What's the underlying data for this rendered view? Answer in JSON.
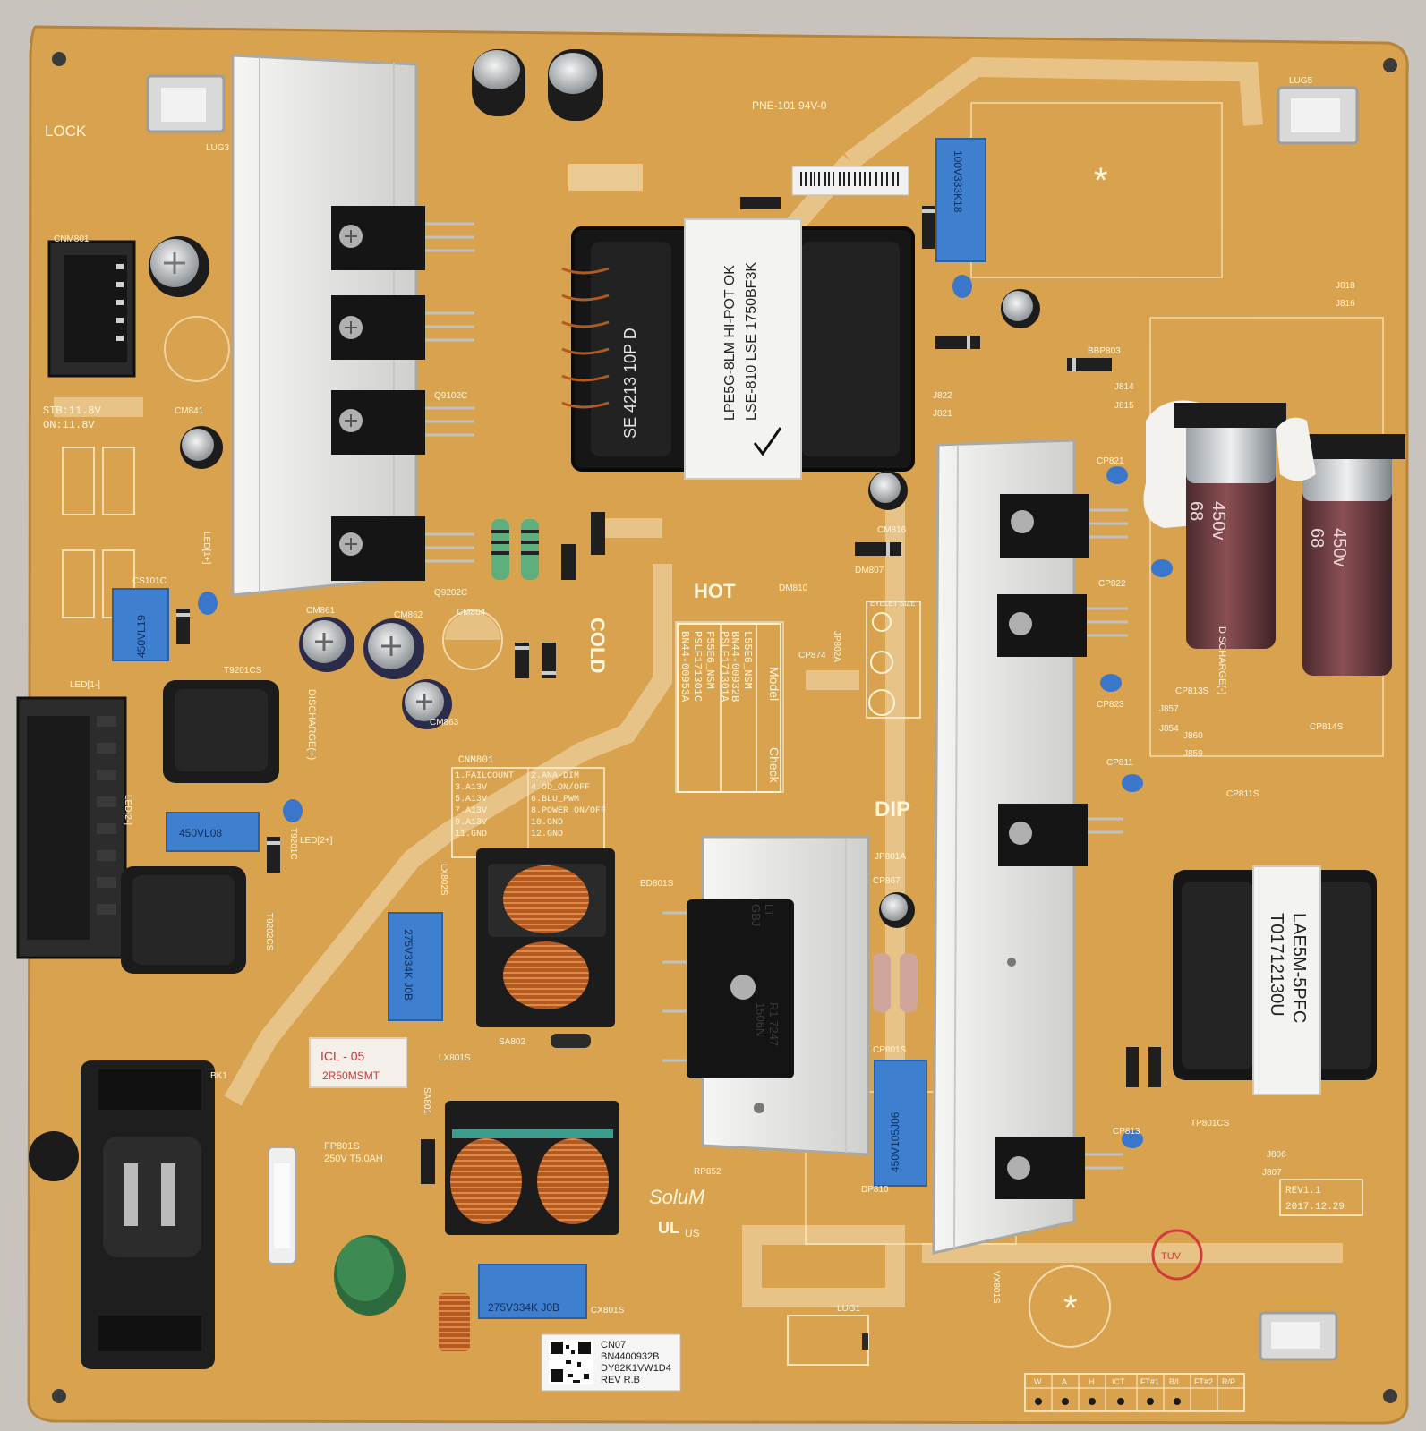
{
  "board": {
    "colors": {
      "pcb": "#d8a24e",
      "silkscreen": "#fff3d6",
      "heatsink": "#ececeb",
      "capacitor_blue": "#3f7fcf",
      "electrolytic_brown": "#6e3a3d"
    },
    "label_sticker": {
      "line1": "CN07",
      "line2": "BN4400932B",
      "line3": "DY82K1VW1D4",
      "line4": "REV R.B"
    },
    "corner_labels": {
      "lock": "LOCK",
      "hot": "HOT",
      "cold": "COLD",
      "dip": "DIP",
      "brand": "SoluM",
      "pne": "PNE-101 94V-0",
      "rev": "REV1.1",
      "rev_date": "2017.12.29",
      "stb": "STB:11.8V",
      "on": "ON:11.8V"
    },
    "transformer_main": {
      "line1": "LPE5G-8LM HI-POT OK",
      "line2": "LSE-810 LSE 1750BF3K",
      "vertical": "SE 4213 10P D"
    },
    "transformer_pfc": {
      "line1": "LAE5M-5PFC",
      "line2": "T01712130U"
    },
    "bulk_caps": [
      {
        "voltage": "450v",
        "capacitance": "68"
      },
      {
        "voltage": "450v",
        "capacitance": "68"
      }
    ],
    "film_caps": {
      "top": "100V333K18",
      "x1": "275V334K J0B",
      "x2": "275V334K J0B",
      "stby": "450VL08",
      "stby2": "450VL19",
      "pfc": "450V105J06"
    },
    "icl": {
      "line1": "ICL - 05",
      "line2": "2R50MSMT"
    },
    "fuse": {
      "label": "FP801S",
      "rating": "250V T5.0AH"
    },
    "model_table": {
      "header_model": "Model",
      "header_check": "Check",
      "rows": [
        "L55E6_NSM",
        "BN44-00932B",
        "PSLF171301A",
        "F55E6_NSM",
        "PSLF171301C",
        "BN44-00953A"
      ]
    },
    "connector_pins": {
      "title": "CNM801",
      "rows": [
        "1.FAILCOUNT",
        "2.ANA-DIM",
        "3.A13V",
        "4.OD_ON/OFF",
        "5.A13V",
        "6.BLU_PWM",
        "7.A13V",
        "8.POWER_ON/OFF",
        "9.A13V",
        "10.GND",
        "11.GND",
        "12.GND"
      ]
    },
    "bridge": {
      "line1": "LT",
      "line2": "GBJ",
      "line3": "R1 7247",
      "line4": "1506N"
    },
    "ref_designators": [
      "CNM801",
      "CM841",
      "CS101C",
      "LED[1+]",
      "LED[1-]",
      "LED[2+]",
      "LED[2-]",
      "DM807",
      "DM810",
      "CM816",
      "CP874",
      "JP802A",
      "JP801A",
      "CP867",
      "BD801S",
      "LX802S",
      "LX801S",
      "SA801",
      "SA802",
      "CX801S",
      "RP852",
      "CP801S",
      "DP810",
      "CP811",
      "CP813",
      "J806",
      "J807",
      "LUG1",
      "LUG3",
      "LUG5",
      "VX801S",
      "BK1",
      "EYELET SIZE",
      "DISCHARGE(+)",
      "DISCHARGE(-)",
      "TP801CS",
      "T9201CS",
      "T9202CS",
      "T9201C",
      "CM861",
      "CM862",
      "CM863",
      "CM864",
      "Q9102C",
      "Q9202C",
      "BBP803",
      "J814",
      "J815",
      "J816",
      "J818",
      "J821",
      "J822",
      "J854",
      "J857",
      "J859",
      "J860",
      "CP811S",
      "CP813S",
      "CP814S",
      "CP822",
      "CP821",
      "CP823",
      "LX801S"
    ],
    "test_points": [
      "W",
      "A",
      "H",
      "ICT",
      "FT#1",
      "B/I",
      "FT#2",
      "R/P"
    ],
    "cert_marks": [
      "UL",
      "US"
    ],
    "stamp": "TUV"
  }
}
